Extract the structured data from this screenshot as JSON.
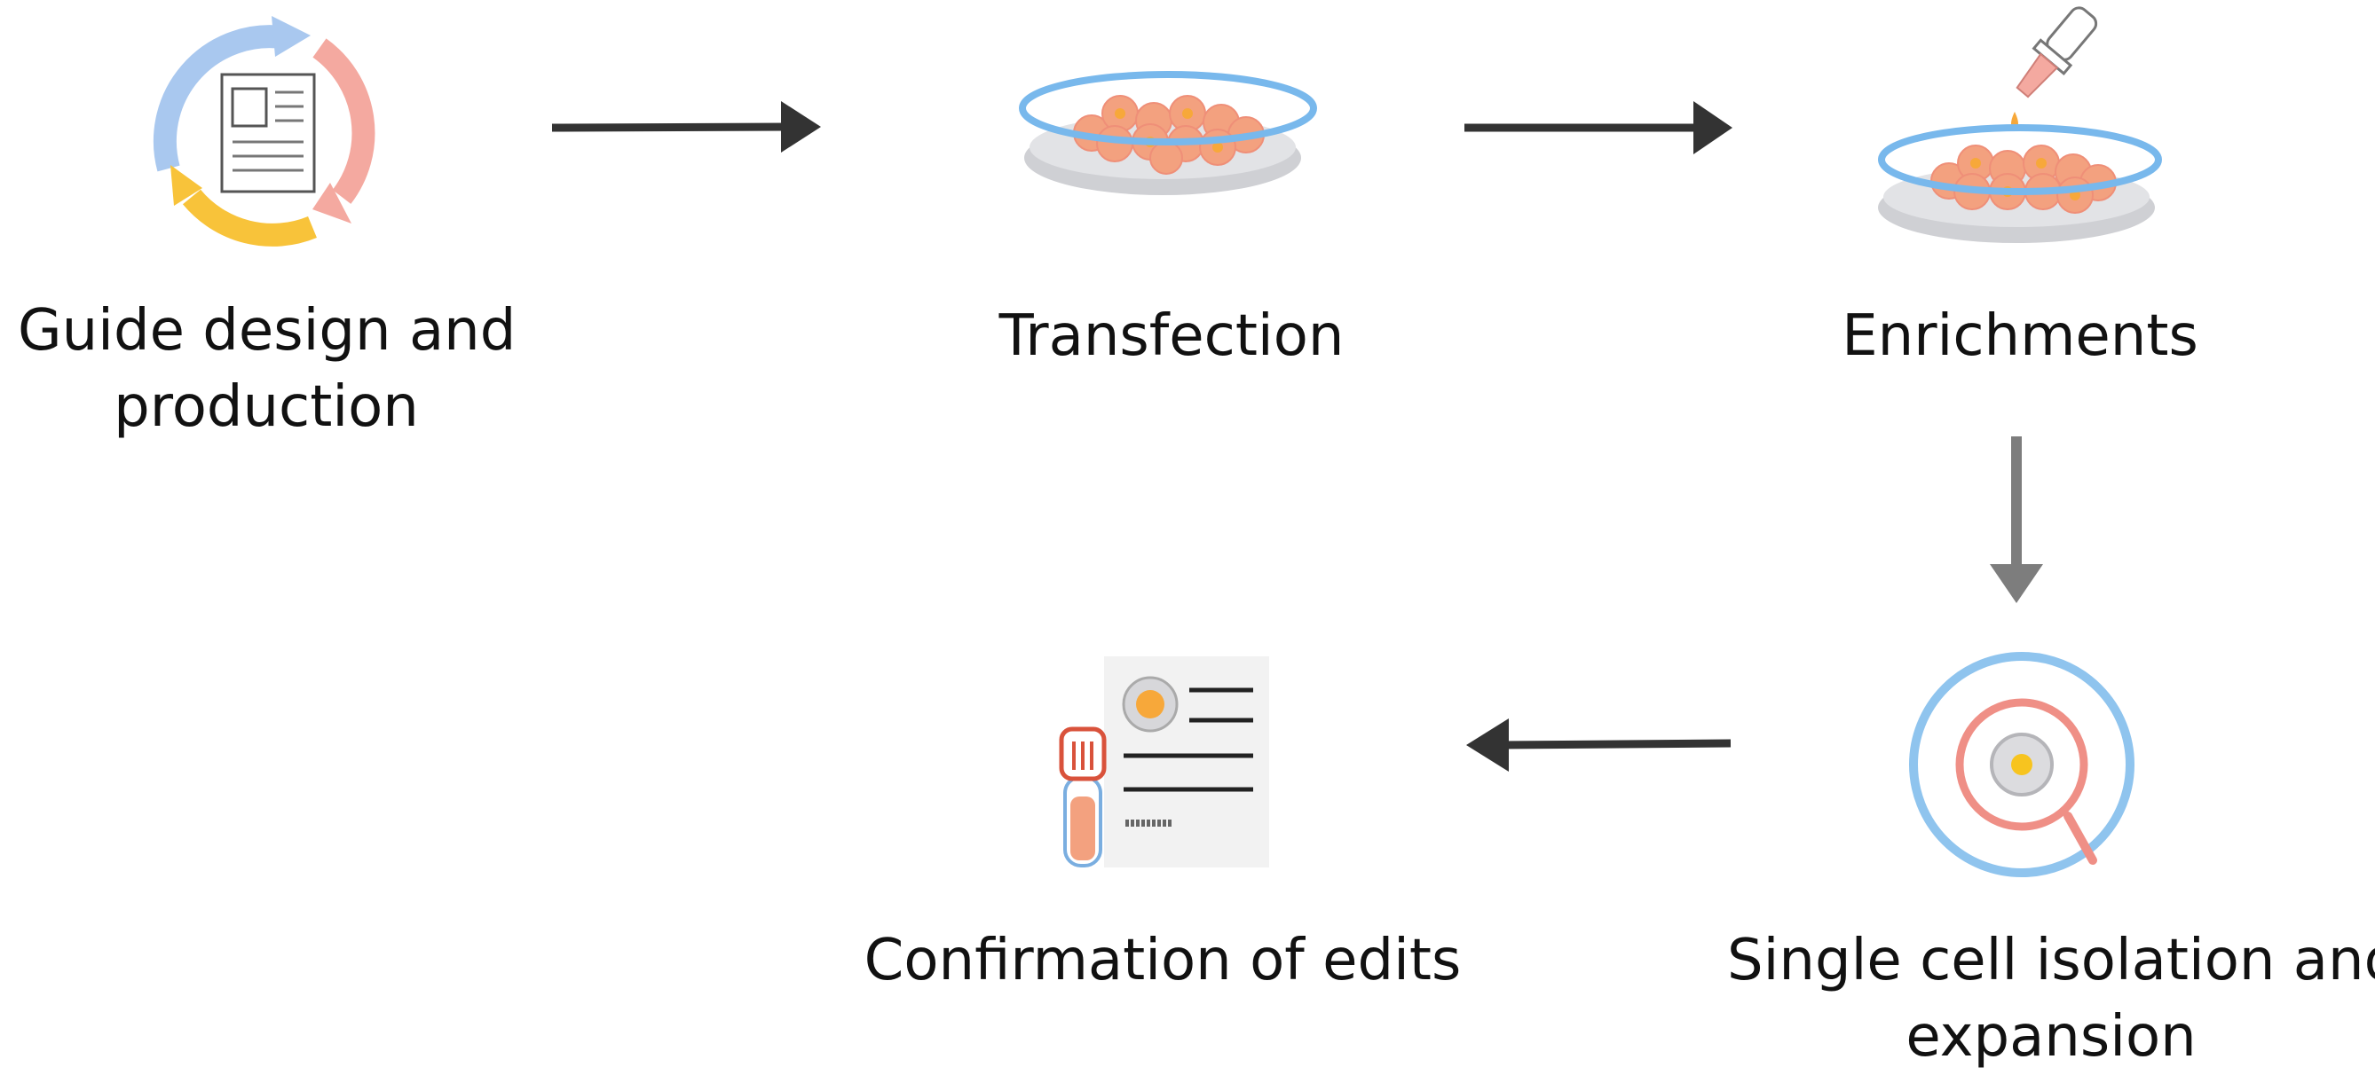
{
  "steps": {
    "guide": {
      "line1": "Guide design and",
      "line2": "production",
      "icon": "document-cycle-icon"
    },
    "transfection": {
      "label": "Transfection",
      "icon": "petri-dish-icon"
    },
    "enrichments": {
      "label": "Enrichments",
      "icon": "petri-dish-pipette-icon"
    },
    "isolation": {
      "line1": "Single cell isolation and",
      "line2": "expansion",
      "icon": "magnified-cell-icon"
    },
    "confirmation": {
      "label": "Confirmation of edits",
      "icon": "sample-tube-report-icon"
    }
  },
  "colors": {
    "cycle_blue": "#a9c8ef",
    "cycle_pink": "#f4a9a0",
    "cycle_yellow": "#f8c33a",
    "dish_rim": "#78b8ec",
    "dish_base": "#cfd0d4",
    "cell": "#f3a17f",
    "cell_core": "#f7a83a",
    "arrow_dark": "#333333",
    "arrow_grey": "#7d7d7d",
    "magnifier": "#ef8f86"
  }
}
